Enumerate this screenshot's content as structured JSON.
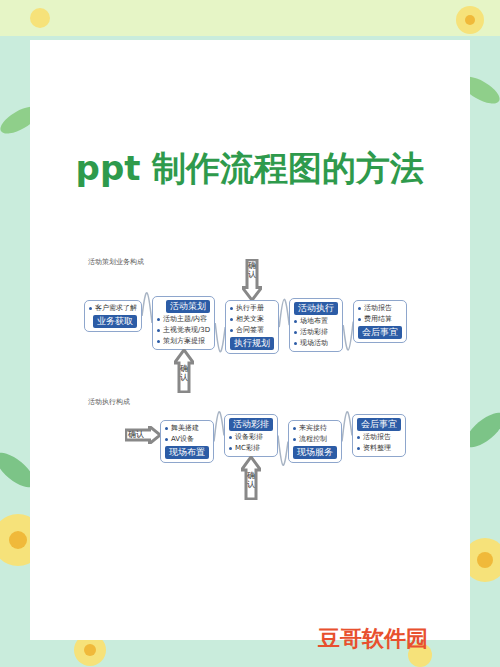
{
  "diagram": {
    "title": "ppt 制作流程图的方法",
    "nodes": [
      {
        "text": [
          "业务获取",
          "客户需求了解"
        ]
      },
      {
        "text": [
          "活动策划",
          "活动主题/内容",
          "主视觉表现/3D",
          "策划方案提报"
        ]
      },
      {
        "text": [
          "确认"
        ]
      },
      {
        "text": [
          "确认"
        ]
      },
      {
        "text": [
          "执行规划",
          "执行手册",
          "相关文案",
          "合同签署"
        ]
      },
      {
        "text": [
          "活动执行",
          "场地布置",
          "活动彩排",
          "现场活动"
        ]
      },
      {
        "text": [
          "会后事宜",
          "活动报告",
          "费用结算"
        ]
      },
      {
        "text": [
          "确认"
        ]
      },
      {
        "text": [
          "现场布置",
          "舞美搭建",
          "AV设备"
        ]
      },
      {
        "text": [
          "活动彩排",
          "设备彩排",
          "MC彩排"
        ]
      },
      {
        "text": [
          "确认"
        ]
      },
      {
        "text": [
          "现场服务",
          "来宾接待",
          "流程控制"
        ]
      },
      {
        "text": [
          "会后事宜",
          "活动报告",
          "资料整理"
        ]
      }
    ],
    "edges": [
      {
        "from": 0,
        "to": 1,
        "arrow": "none"
      },
      {
        "from": 1,
        "to": 4,
        "arrow": "none"
      },
      {
        "from": 4,
        "to": 5,
        "arrow": "none"
      },
      {
        "from": 5,
        "to": 6,
        "arrow": "none"
      },
      {
        "from": 8,
        "to": 9,
        "arrow": "none"
      },
      {
        "from": 9,
        "to": 11,
        "arrow": "none"
      },
      {
        "from": 11,
        "to": 12,
        "arrow": "none"
      }
    ],
    "labels": [
      "活动策划业务构成",
      "活动执行构成",
      "豆哥软件园"
    ]
  }
}
